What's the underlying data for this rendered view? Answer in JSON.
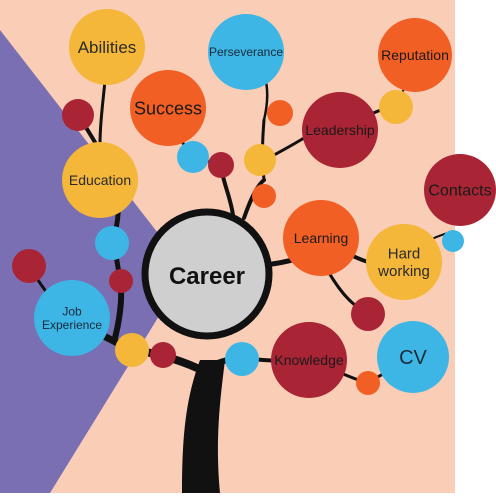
{
  "colors": {
    "background": "#f9cdb6",
    "triangle": "#7a6fb2",
    "branch": "#111111",
    "hub_fill": "#cfcfcf",
    "orange": "#f25f24",
    "yellow": "#f4b73a",
    "red": "#a92435",
    "blue": "#3db6e6",
    "dark_text": "#2a2a2a",
    "light_text": "#ffffff"
  },
  "center": {
    "label": "Career"
  },
  "nodes": [
    {
      "id": "abilities",
      "label": "Abilities",
      "color": "yellow"
    },
    {
      "id": "perseverance",
      "label": "Perseverance",
      "color": "blue"
    },
    {
      "id": "reputation",
      "label": "Reputation",
      "color": "orange"
    },
    {
      "id": "success",
      "label": "Success",
      "color": "orange"
    },
    {
      "id": "leadership",
      "label": "Leadership",
      "color": "red"
    },
    {
      "id": "education",
      "label": "Education",
      "color": "yellow"
    },
    {
      "id": "contacts",
      "label": "Contacts",
      "color": "red"
    },
    {
      "id": "learning",
      "label": "Learning",
      "color": "orange"
    },
    {
      "id": "hard-working",
      "label": "Hard\nworking",
      "color": "yellow"
    },
    {
      "id": "job-experience",
      "label": "Job\nExperience",
      "color": "blue"
    },
    {
      "id": "knowledge",
      "label": "Knowledge",
      "color": "red"
    },
    {
      "id": "cv",
      "label": "CV",
      "color": "blue"
    }
  ]
}
